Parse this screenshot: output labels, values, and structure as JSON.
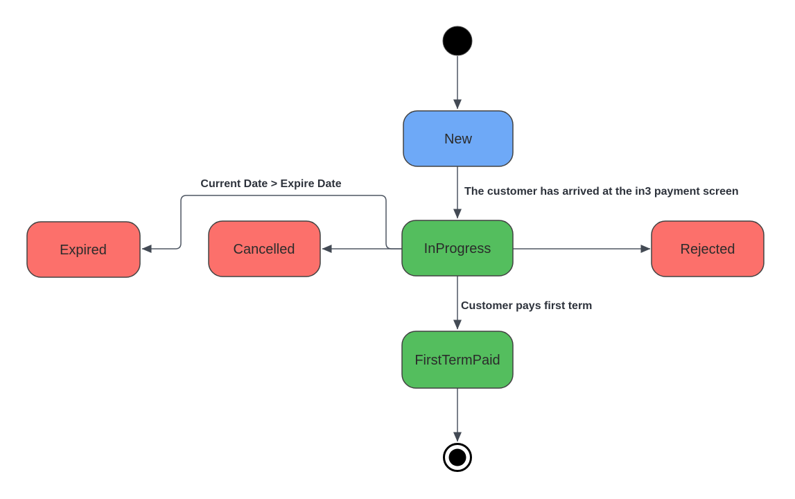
{
  "diagram": {
    "kind": "uml-state-machine",
    "states": [
      {
        "id": "new",
        "label": "New",
        "fill": "#6ea9f7"
      },
      {
        "id": "inprogress",
        "label": "InProgress",
        "fill": "#54be5e"
      },
      {
        "id": "cancelled",
        "label": "Cancelled",
        "fill": "#fc706b"
      },
      {
        "id": "expired",
        "label": "Expired",
        "fill": "#fc706b"
      },
      {
        "id": "rejected",
        "label": "Rejected",
        "fill": "#fc706b"
      },
      {
        "id": "firsttermpaid",
        "label": "FirstTermPaid",
        "fill": "#54be5e"
      }
    ],
    "transitions": [
      {
        "from": "start",
        "to": "New",
        "label": ""
      },
      {
        "from": "New",
        "to": "InProgress",
        "label": "The customer has arrived at the in3 payment screen"
      },
      {
        "from": "InProgress",
        "to": "Rejected",
        "label": ""
      },
      {
        "from": "InProgress",
        "to": "Expired",
        "label": "Current Date > Expire Date"
      },
      {
        "from": "InProgress",
        "to": "Cancelled",
        "label": ""
      },
      {
        "from": "InProgress",
        "to": "FirstTermPaid",
        "label": "Customer pays first term"
      },
      {
        "from": "FirstTermPaid",
        "to": "end",
        "label": ""
      }
    ],
    "colors": {
      "state_blue": "#6ea9f7",
      "state_green": "#54be5e",
      "state_red": "#fc706b",
      "state_stroke": "#424242",
      "state_text": "#2b2b2b",
      "edge": "#4e5662",
      "arrowhead": "#434a54",
      "edge_label_text": "#2d323b",
      "terminal_fill": "#000000",
      "background": "#ffffff"
    }
  }
}
